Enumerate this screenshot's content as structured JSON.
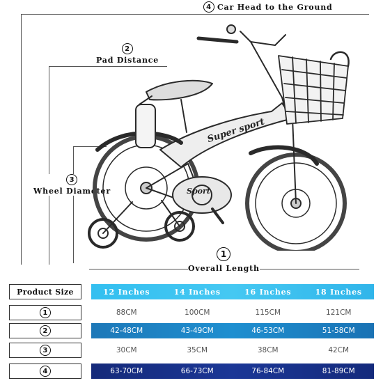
{
  "dimensions": {
    "car_head": {
      "num": "4",
      "label": "Car Head to the Ground"
    },
    "pad": {
      "num": "2",
      "label": "Pad Distance"
    },
    "wheel": {
      "num": "3",
      "label": "Wheel Diameter"
    },
    "length": {
      "num": "1",
      "label": "Overall Length"
    }
  },
  "product": {
    "brand_text": "Super sport",
    "frame_text": "Sport"
  },
  "table": {
    "header_label": "Product Size",
    "sizes": [
      "12 Inches",
      "14 Inches",
      "16 Inches",
      "18 Inches"
    ],
    "rows": [
      {
        "num": "1",
        "values": [
          "88CM",
          "100CM",
          "115CM",
          "121CM"
        ]
      },
      {
        "num": "2",
        "values": [
          "42-48CM",
          "43-49CM",
          "46-53CM",
          "51-58CM"
        ]
      },
      {
        "num": "3",
        "values": [
          "30CM",
          "35CM",
          "38CM",
          "42CM"
        ]
      },
      {
        "num": "4",
        "values": [
          "63-70CM",
          "66-73CM",
          "76-84CM",
          "81-89CM"
        ]
      }
    ]
  },
  "colors": {
    "header_row": "#3bc2f0",
    "row_2": "#1d85c6",
    "row_4": "#17308a"
  }
}
